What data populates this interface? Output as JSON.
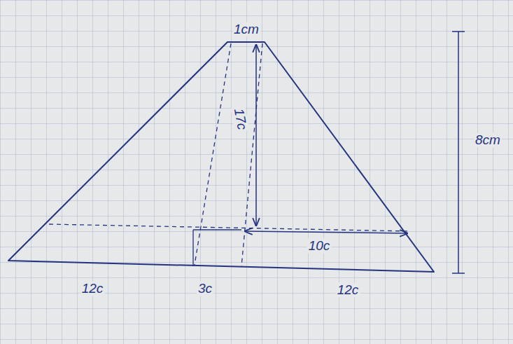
{
  "diagram": {
    "labels": [
      "1cm",
      "17c",
      "10c",
      "12c",
      "3c",
      "12c",
      "8cm"
    ]
  }
}
